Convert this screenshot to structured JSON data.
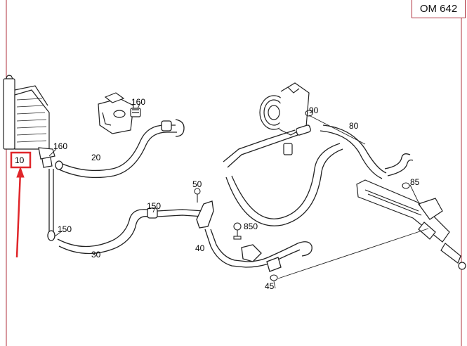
{
  "model_code": "OM 642",
  "callouts": {
    "p10": "10",
    "p20": "20",
    "p30": "30",
    "p40": "40",
    "p45": "45",
    "p50": "50",
    "p80": "80",
    "p85": "85",
    "p90": "90",
    "p150a": "150",
    "p150b": "150",
    "p160a": "160",
    "p160b": "160",
    "p850": "850"
  },
  "highlight_color": "#e0262a",
  "frame_color": "#b0303c"
}
